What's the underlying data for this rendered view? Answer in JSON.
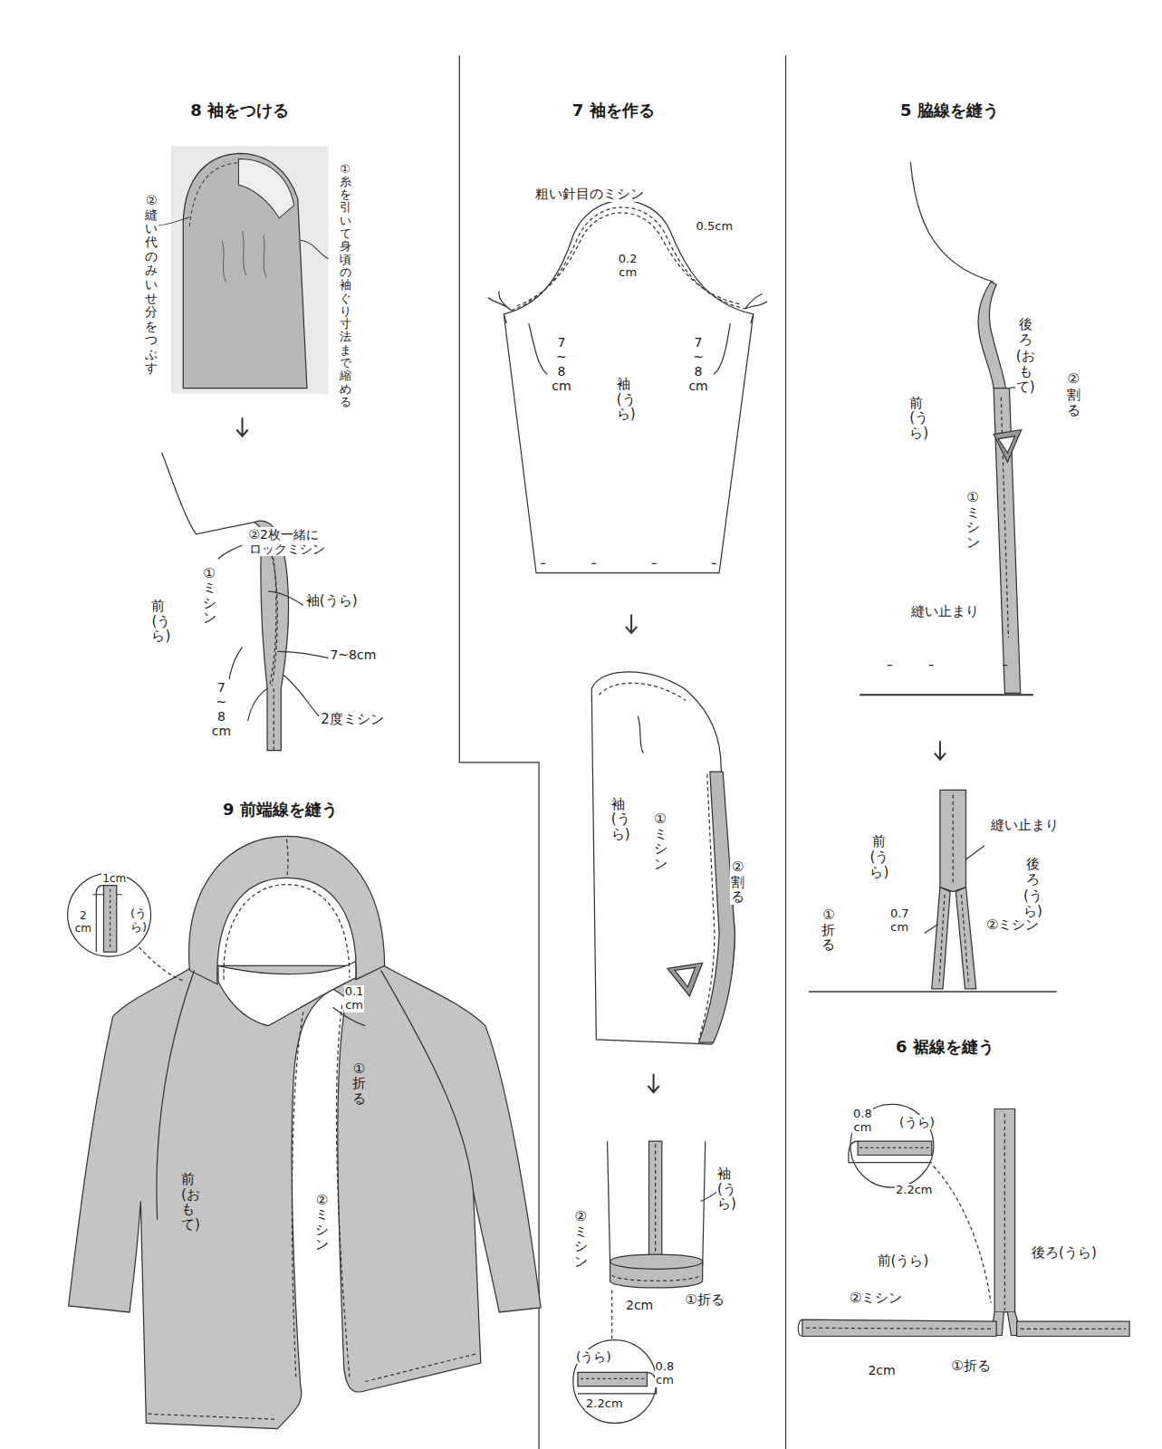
{
  "diagram": {
    "labels": [
      "8 袖をつける",
      "①糸を引いて身頃の袖ぐり寸法まで縮める",
      "②縫い代のみいせ分をつぶす",
      "前(うら)",
      "①ミシン",
      "②2枚一緒にロックミシン",
      "袖(うら)",
      "7~8cm",
      "7 ~ 8 cm",
      "2度ミシン",
      "9 前端線を縫う",
      "1cm",
      "2 cm",
      "(うら)",
      "0.1 cm",
      "①折る",
      "②ミシン",
      "前(おもて)",
      "7 袖を作る",
      "粗い針目のミシン",
      "0.5cm",
      "0.2 cm",
      "7 ~ 8 cm",
      "7 ~ 8 cm",
      "袖(うら)",
      "袖(うら)",
      "①ミシン",
      "②割る",
      "袖(うら)",
      "②ミシン",
      "①折る",
      "2cm",
      "(うら)",
      "0.8 cm",
      "2.2cm",
      "5 脇線を縫う",
      "後ろ (おもて)",
      "② 割る",
      "前(うら)",
      "①ミシン",
      "縫い止まり",
      "縫い止まり",
      "前 (うら)",
      "後ろ (うら)",
      "①折る",
      "0.7 cm",
      "②ミシン",
      "6 裾線を縫う",
      "(うら)",
      "0.8 cm",
      "2.2cm",
      "前(うら)",
      "後ろ(うら)",
      "②ミシン",
      "2cm",
      "①折る"
    ]
  }
}
